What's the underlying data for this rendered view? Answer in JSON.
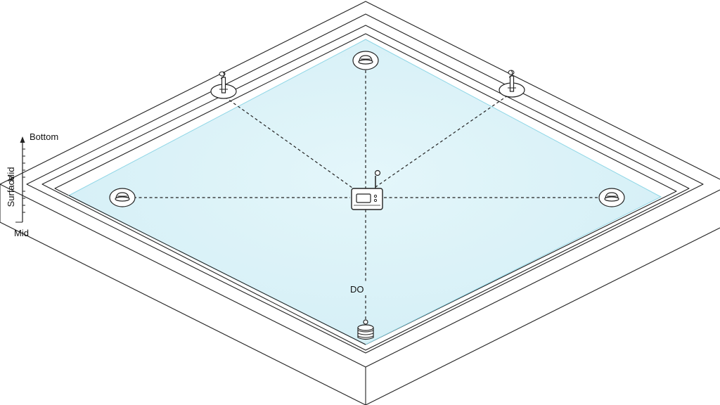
{
  "depth_axis": {
    "top_label": "Bottom",
    "mid_label_upper": "Mid",
    "surface_label": "Surface",
    "mid_label_lower": "Mid"
  },
  "annotations": {
    "do_label": "DO"
  },
  "nodes": [
    {
      "name": "gateway-hub",
      "kind": "gateway"
    },
    {
      "name": "sensor-top",
      "kind": "float-sensor"
    },
    {
      "name": "sensor-left",
      "kind": "float-sensor"
    },
    {
      "name": "sensor-right",
      "kind": "float-sensor"
    },
    {
      "name": "aerator-upper-left",
      "kind": "aerator"
    },
    {
      "name": "aerator-upper-right",
      "kind": "aerator"
    },
    {
      "name": "do-probe",
      "kind": "do-probe"
    }
  ],
  "colors": {
    "water": "#dcf3f8",
    "water_edge": "#8fd6e6",
    "line": "#222222",
    "background": "#ffffff"
  }
}
